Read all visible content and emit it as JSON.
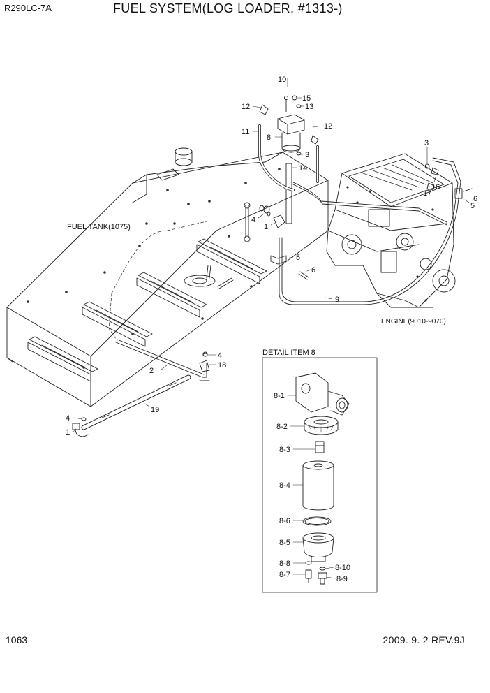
{
  "header": {
    "model": "R290LC-7A",
    "title": "FUEL SYSTEM(LOG LOADER, #1313-)"
  },
  "footer": {
    "page_number": "1063",
    "revision": "2009. 9. 2  REV.9J"
  },
  "labels": {
    "fuel_tank": "FUEL TANK(1075)",
    "engine": "ENGINE(9010-9070)",
    "detail_title": "DETAIL  ITEM 8"
  },
  "callouts": {
    "c10": "10",
    "c15": "15",
    "c13": "13",
    "c12a": "12",
    "c12b": "12",
    "c11": "11",
    "c8": "8",
    "c3a": "3",
    "c14": "14",
    "c3b": "3",
    "c17": "17",
    "c16": "16",
    "c6a": "6",
    "c5a": "5",
    "c4a": "4",
    "c1a": "1",
    "c5b": "5",
    "c6b": "6",
    "c9": "9",
    "c4b": "4",
    "c18": "18",
    "c2": "2",
    "c19": "19",
    "c4c": "4",
    "c1b": "1"
  },
  "detail_callouts": {
    "d81": "8-1",
    "d82": "8-2",
    "d83": "8-3",
    "d84": "8-4",
    "d86": "8-6",
    "d85": "8-5",
    "d88": "8-8",
    "d810": "8-10",
    "d87": "8-7",
    "d89": "8-9"
  }
}
